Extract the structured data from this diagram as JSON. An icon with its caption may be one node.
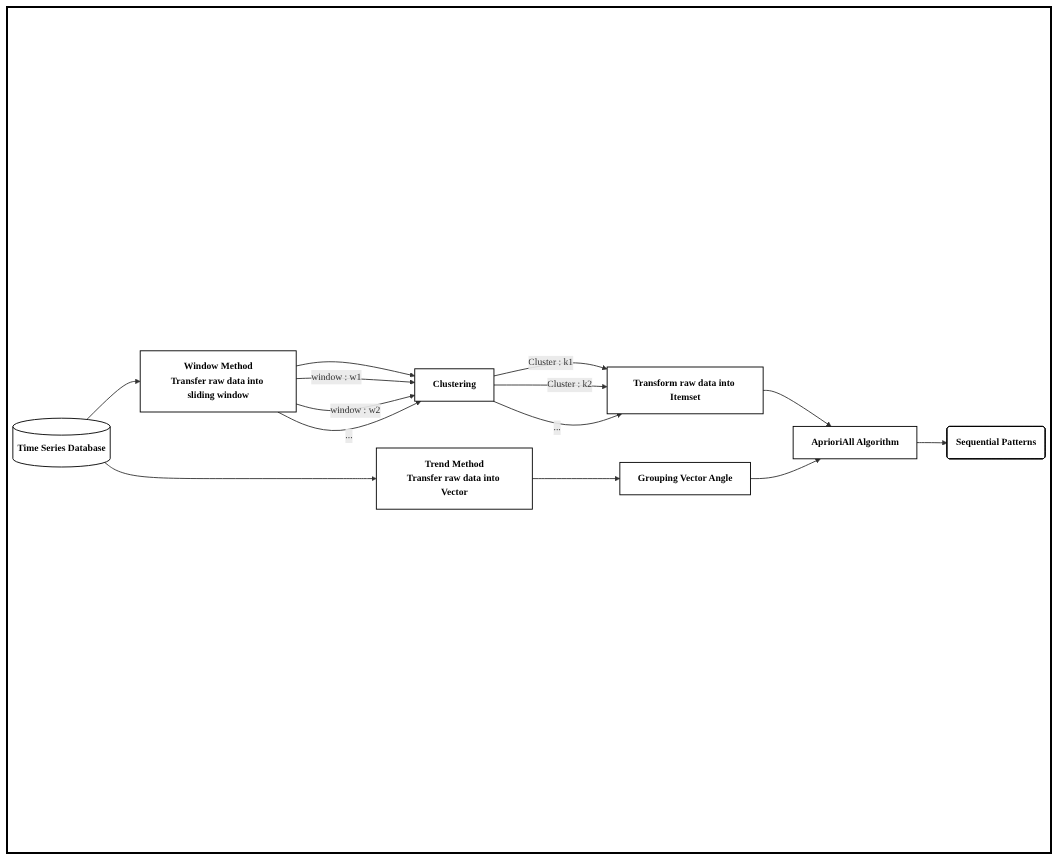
{
  "diagram": {
    "nodes": [
      {
        "text": [
          "Time Series Database"
        ]
      },
      {
        "text": [
          "Window Method",
          "Transfer raw data into sliding window"
        ]
      },
      {
        "text": [
          "Clustering"
        ]
      },
      {
        "text": [
          "Transform raw data into Itemset"
        ]
      },
      {
        "text": [
          "Trend Method",
          "Transfer raw data into Vector"
        ]
      },
      {
        "text": [
          "Grouping Vector Angle"
        ]
      },
      {
        "text": [
          "AprioriAll Algorithm"
        ]
      },
      {
        "text": [
          "Sequential Patterns"
        ]
      }
    ],
    "edges": [
      {
        "from": 0,
        "to": 1,
        "arrow": "to"
      },
      {
        "from": 0,
        "to": 4,
        "arrow": "to"
      },
      {
        "from": 1,
        "to": 2,
        "arrow": "to"
      },
      {
        "from": 1,
        "to": 2,
        "arrow": "to",
        "label": "window : w1"
      },
      {
        "from": 1,
        "to": 2,
        "arrow": "to",
        "label": "window : w2"
      },
      {
        "from": 1,
        "to": 2,
        "arrow": "to",
        "label": "..."
      },
      {
        "from": 2,
        "to": 3,
        "arrow": "to",
        "label": "Cluster : k1"
      },
      {
        "from": 2,
        "to": 3,
        "arrow": "to",
        "label": "Cluster : k2"
      },
      {
        "from": 2,
        "to": 3,
        "arrow": "to",
        "label": "..."
      },
      {
        "from": 3,
        "to": 6,
        "arrow": "to"
      },
      {
        "from": 4,
        "to": 5,
        "arrow": "to"
      },
      {
        "from": 5,
        "to": 6,
        "arrow": "to"
      },
      {
        "from": 6,
        "to": 7,
        "arrow": "to"
      }
    ]
  }
}
